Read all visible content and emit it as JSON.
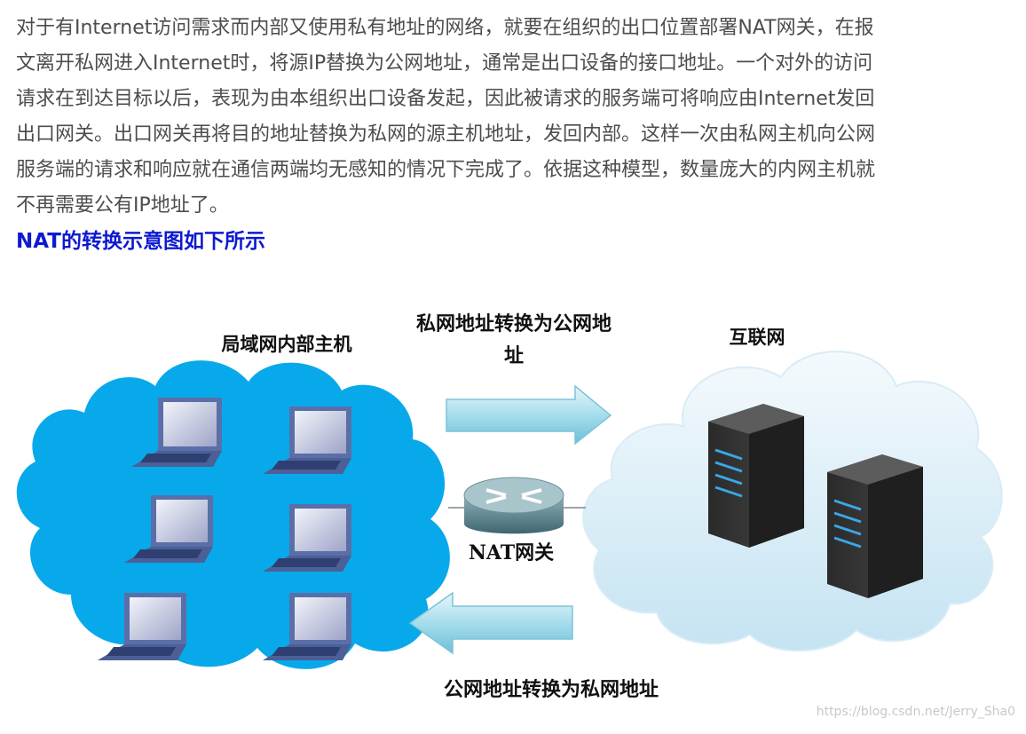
{
  "article": {
    "lines": [
      "对于有Internet访问需求而内部又使用私有地址的网络，就要在组织的出口位置部署NAT网关，在报",
      "文离开私网进入Internet时，将源IP替换为公网地址，通常是出口设备的接口地址。一个对外的访问",
      "请求在到达目标以后，表现为由本组织出口设备发起，因此被请求的服务端可将响应由Internet发回",
      "出口网关。出口网关再将目的地址替换为私网的源主机地址，发回内部。这样一次由私网主机向公网",
      "服务端的请求和响应就在通信两端均无感知的情况下完成了。依据这种模型，数量庞大的内网主机就",
      "不再需要公有IP地址了。"
    ],
    "heading": "NAT的转换示意图如下所示"
  },
  "diagram": {
    "lan_label": "局域网内部主机",
    "internet_label": "互联网",
    "arrow_top_label_line1": "私网地址转换为公网地",
    "arrow_top_label_line2": "址",
    "arrow_bottom_label": "公网地址转换为私网地址",
    "router_label": "NAT网关",
    "icons": [
      "laptop-icon",
      "router-icon",
      "server-icon"
    ],
    "colors": {
      "lan_cloud": "#08a9ea",
      "internet_cloud": "#d3ebf7",
      "arrow": "#8fd3e4",
      "heading": "#0e1ad0"
    }
  },
  "watermark": "https://blog.csdn.net/Jerry_Sha0"
}
